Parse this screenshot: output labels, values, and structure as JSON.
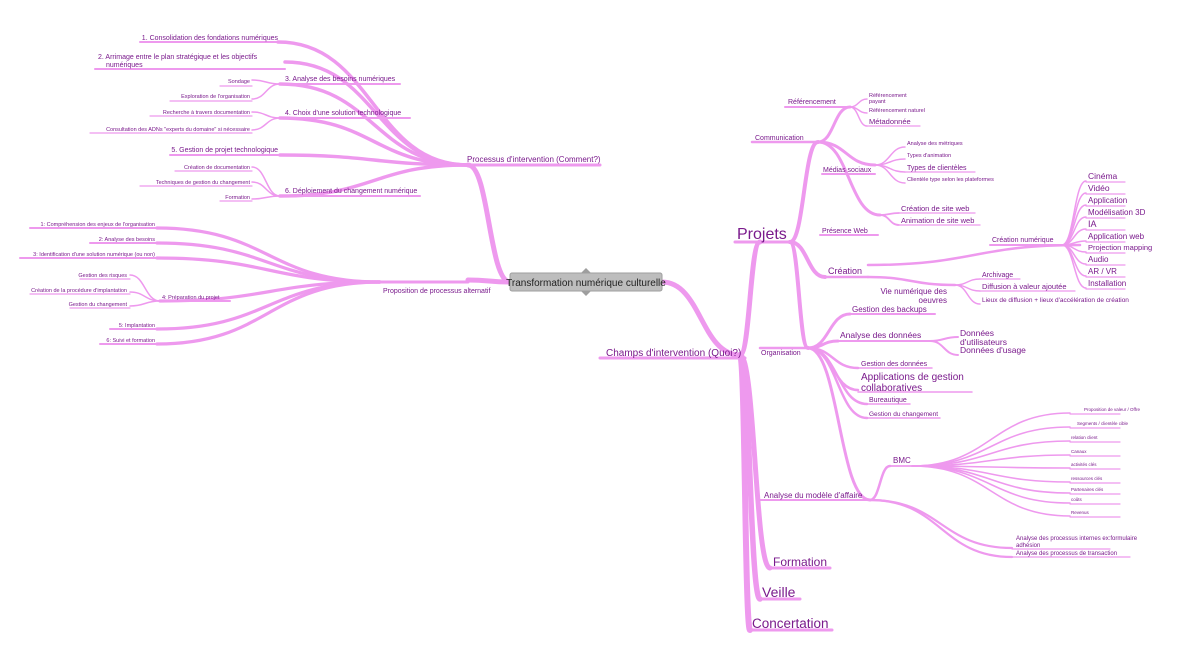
{
  "colors": {
    "branch": "#ee99ee",
    "text": "#7a1a8c",
    "root_bg": "#bdbdbd",
    "root_text": "#222222",
    "background": "#ffffff"
  },
  "mindmap": {
    "root": "Transformation numérique culturelle",
    "left": {
      "processus_comment": {
        "label": "Processus d'intervention (Comment?)",
        "items": [
          "1. Consolidation des fondations numériques",
          "2. Arrimage entre le plan stratégique et les objectifs numériques",
          "3. Analyse des besoins numériques",
          "4. Choix d'une solution technologique",
          "5. Gestion de projet technologique",
          "6. Déploiement du changement numérique"
        ],
        "item3_children": [
          "Sondage",
          "Exploration de l'organisation"
        ],
        "item4_children": [
          "Recherche à travers documentation",
          "Consultation des ADNs \"experts du domaine\" si nécessaire"
        ],
        "item6_children": [
          "Création de documentation",
          "Techniques de gestion du changement",
          "Formation"
        ]
      },
      "processus_alternatif": {
        "label": "Proposition de processus alternatif",
        "items": [
          "1: Compréhension des enjeux de l'organisation",
          "2: Analyse des besoins",
          "3: Identification d'une solution numérique (ou non)",
          "4: Préparation du projet",
          "5: Implantation",
          "6: Suivi et formation"
        ],
        "item4_children": [
          "Gestion des risques",
          "Création de la procédure d'implantation",
          "Gestion du changement"
        ]
      }
    },
    "right": {
      "champs": {
        "label": "Champs d'intervention (Quoi?)",
        "projets": {
          "label": "Projets",
          "communication": {
            "label": "Communication",
            "referencement": {
              "label": "Référencement",
              "children": [
                "Référencement payant",
                "Référencement naturel",
                "Métadonnée"
              ]
            },
            "medias_sociaux": {
              "label": "Médias sociaux",
              "children": [
                "Analyse des métriques",
                "Types d'animation",
                "Types de clientèles",
                "Clientèle type selon les plateformes"
              ]
            },
            "presence_web": {
              "label": "Présence Web",
              "children": [
                "Création de site web",
                "Animation de site web"
              ]
            }
          },
          "creation": {
            "label": "Création",
            "creation_numerique": {
              "label": "Création numérique",
              "children": [
                "Cinéma",
                "Vidéo",
                "Application",
                "Modélisation 3D",
                "IA",
                "Application web",
                "Projection mapping",
                "Audio",
                "AR / VR",
                "Installation"
              ]
            },
            "vie_numerique": {
              "label": "Vie numérique des oeuvres",
              "children": [
                "Archivage",
                "Diffusion à valeur ajoutée",
                "Lieux de diffusion + lieux d'accélération de création"
              ]
            }
          },
          "organisation": {
            "label": "Organisation",
            "backups": "Gestion des backups",
            "analyse_donnees": {
              "label": "Analyse des données",
              "children": [
                "Données d'utilisateurs",
                "Données d'usage"
              ]
            },
            "gestion_donnees": "Gestion des données",
            "applications": "Applications de gestion collaboratives",
            "bureautique": "Bureautique",
            "gestion_changement": "Gestion du changement",
            "modele_affaire": {
              "label": "Analyse du modèle d'affaire",
              "bmc": {
                "label": "BMC",
                "children": [
                  "Proposition de valeur / Offre",
                  "Segments / clientèle cible",
                  "relation client",
                  "Canaux",
                  "activités clés",
                  "ressources clés",
                  "Partenaires clés",
                  "coûts",
                  "Revenus"
                ]
              },
              "children": [
                "Analyse des processus internes ex:formulaire adhésion",
                "Analyse des processus de transaction"
              ]
            }
          }
        },
        "formation": "Formation",
        "veille": "Veille",
        "concertation": "Concertation"
      }
    }
  }
}
